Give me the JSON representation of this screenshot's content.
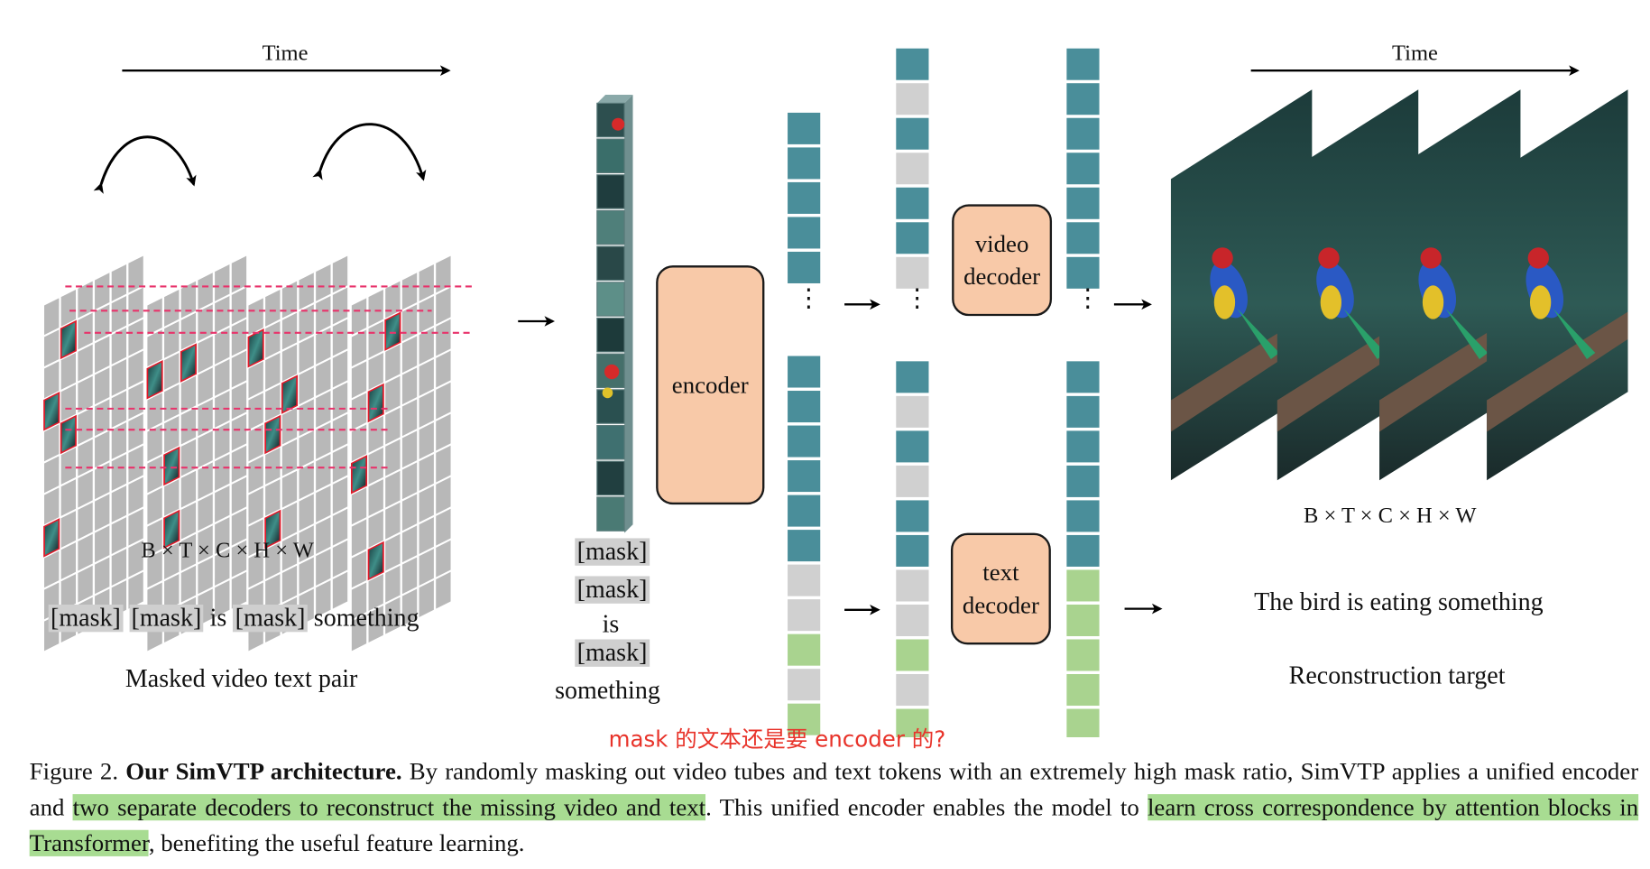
{
  "diagram": {
    "input": {
      "time_label": "Time",
      "shape_label": "B  × T × C × H × W",
      "caption_tokens": [
        {
          "text": "[mask]",
          "masked": true
        },
        {
          "text": "[mask]",
          "masked": true
        },
        {
          "text": "is",
          "masked": false
        },
        {
          "text": "[mask]",
          "masked": true
        },
        {
          "text": "something",
          "masked": false
        }
      ],
      "label": "Masked video text pair"
    },
    "token_stack": {
      "tokens": [
        {
          "text": "[mask]",
          "masked": true
        },
        {
          "text": "[mask]",
          "masked": true
        },
        {
          "text": "is",
          "masked": false
        },
        {
          "text": "[mask]",
          "masked": true
        },
        {
          "text": "something",
          "masked": false
        }
      ]
    },
    "encoder": {
      "label": "encoder"
    },
    "video_decoder": {
      "line1": "video",
      "line2": "decoder"
    },
    "text_decoder": {
      "line1": "text",
      "line2": "decoder"
    },
    "ellipsis": "⋮",
    "output": {
      "time_label": "Time",
      "shape_label": "B  × T × C × H × W",
      "sentence": "The bird is eating something",
      "label": "Reconstruction target"
    },
    "colors": {
      "video_token": "#4a8e9a",
      "masked_token": "#d0d0d0",
      "text_token": "#a9d38f",
      "decoder": "#f8c9a8",
      "grid": "#b8b8b8",
      "mask_line": "#e8336b",
      "highlight": "#a8dc92",
      "annotation": "#e8332a"
    }
  },
  "annotation": "mask 的文本还是要 encoder 的?",
  "caption": {
    "figure_label": "Figure 2.",
    "title": "Our SimVTP architecture.",
    "part1": " By randomly masking out video tubes and text tokens with an extremely high mask ratio, SimVTP applies a unified encoder and ",
    "highlight1": "two separate decoders to reconstruct the missing video and text",
    "part2": ". This unified encoder enables the model to ",
    "highlight2": "learn cross correspondence by attention blocks in Transformer",
    "part3": ", benefiting the useful feature learning."
  }
}
